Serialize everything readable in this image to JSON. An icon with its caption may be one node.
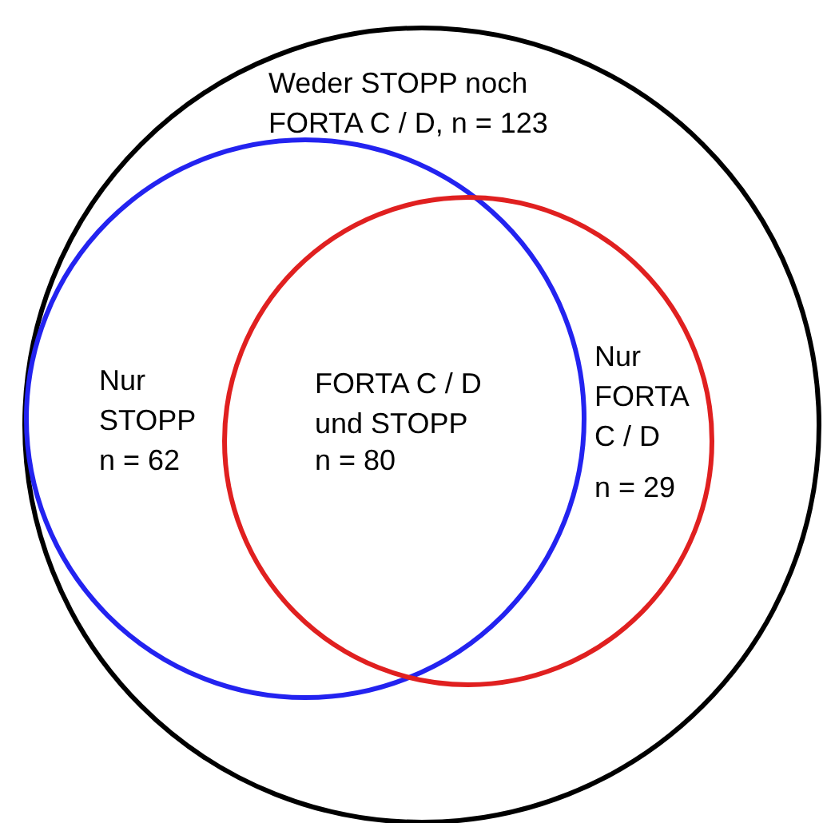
{
  "diagram": {
    "nodes": [
      {
        "text": [
          "Weder STOPP noch FORTA C / D, n = 123"
        ]
      },
      {
        "text": [
          "Nur STOPP",
          "n = 62"
        ],
        "in": 0
      },
      {
        "text": [
          "Nur FORTA C / D",
          "n = 29"
        ],
        "in": 0
      }
    ],
    "labels": [
      "FORTA C / D und STOPP",
      "n = 80"
    ]
  }
}
